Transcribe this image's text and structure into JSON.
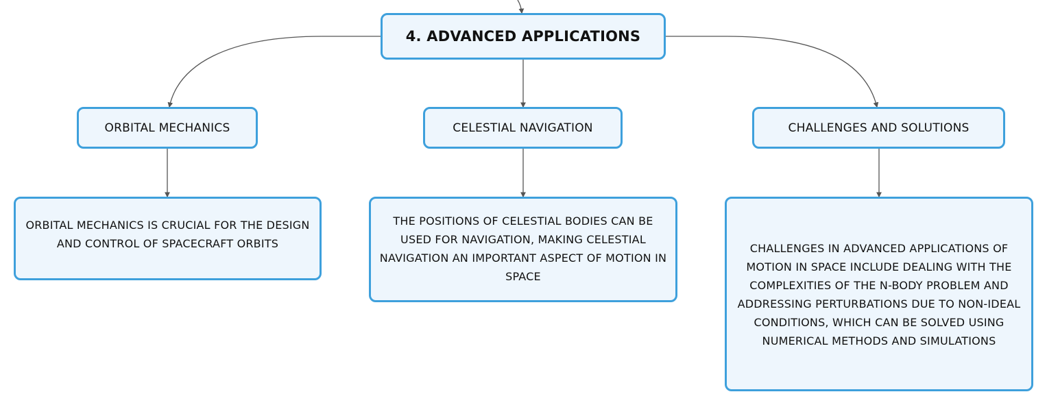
{
  "root": {
    "label": "4. ADVANCED APPLICATIONS"
  },
  "topics": [
    {
      "label": "ORBITAL MECHANICS",
      "detail": "ORBITAL MECHANICS IS CRUCIAL FOR THE DESIGN AND CONTROL OF SPACECRAFT ORBITS"
    },
    {
      "label": "CELESTIAL NAVIGATION",
      "detail": "THE POSITIONS OF CELESTIAL BODIES CAN BE USED FOR NAVIGATION, MAKING CELESTIAL NAVIGATION AN IMPORTANT ASPECT OF MOTION IN SPACE"
    },
    {
      "label": "CHALLENGES AND SOLUTIONS",
      "detail": "CHALLENGES IN ADVANCED APPLICATIONS OF MOTION IN SPACE INCLUDE DEALING WITH THE COMPLEXITIES OF THE N-BODY PROBLEM AND ADDRESSING PERTURBATIONS DUE TO NON-IDEAL CONDITIONS, WHICH CAN BE SOLVED USING NUMERICAL METHODS AND SIMULATIONS"
    }
  ],
  "colors": {
    "node_border": "#3ea0dc",
    "node_fill": "#eef6fd",
    "connector": "#555555"
  }
}
